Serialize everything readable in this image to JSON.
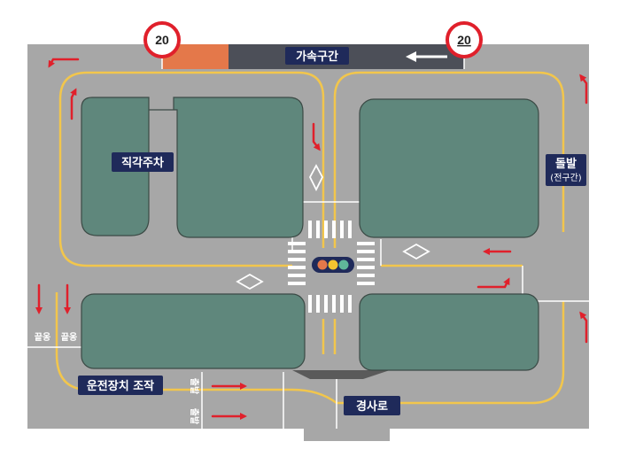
{
  "colors": {
    "background": "#ffffff",
    "road": "#a7a7a7",
    "block": "#5f877c",
    "block_border": "#3b4a45",
    "center_line": "#f2c64c",
    "lane_line": "#ffffff",
    "arrow": "#e0202b",
    "label_bg": "#1f2a5a",
    "accel_zone": "#4c4f58",
    "orange_zone": "#e4784a",
    "sign_ring": "#e0202b"
  },
  "signs": {
    "left_speed": "20",
    "right_speed": "20"
  },
  "labels": {
    "acceleration_section": "가속구간",
    "right_angle_parking": "직각주차",
    "sudden_stop": "돌발",
    "sudden_stop_sub": "(전구간)",
    "control_operation": "운전장치 조작",
    "slope": "경사로"
  },
  "road_marks": {
    "left_marks": [
      "끝옹",
      "끝옹"
    ],
    "bottom_marks": [
      "출발",
      "출발"
    ]
  },
  "traffic_light": {
    "lamps": [
      "red",
      "yellow",
      "green"
    ],
    "lamp_colors": [
      "#e4784a",
      "#f4c430",
      "#5fb79a"
    ]
  },
  "icons": {
    "speed_sign": "speed-limit-icon",
    "direction_arrow": "arrow-icon",
    "crosswalk": "crosswalk-icon",
    "diamond": "diamond-marking-icon"
  }
}
